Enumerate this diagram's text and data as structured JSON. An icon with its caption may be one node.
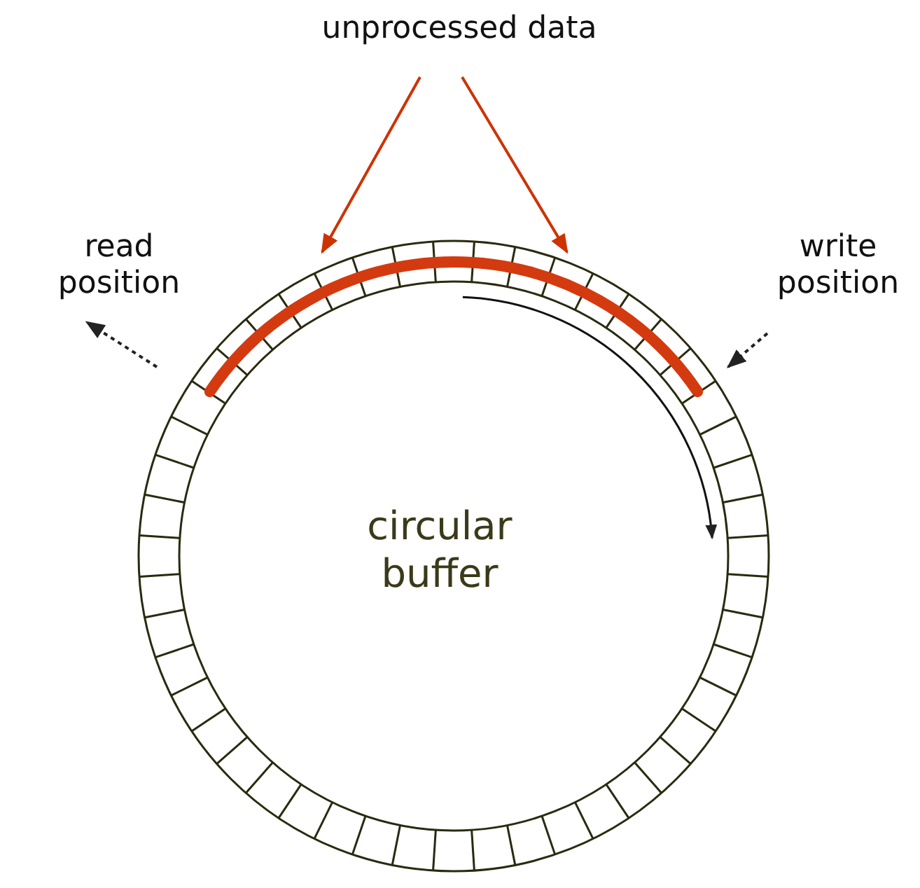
{
  "diagram": {
    "nodes": [
      {
        "text": [
          "unprocessed data"
        ]
      },
      {
        "text": [
          "circular buffer"
        ]
      },
      {
        "text": [],
        "shape": "bar",
        "in": 1
      },
      {
        "text": [
          "read position"
        ]
      },
      {
        "text": [
          "write position"
        ]
      }
    ],
    "edges": [
      {
        "from": 0,
        "to": 2,
        "arrow": "to",
        "color": "#cc3300"
      },
      {
        "from": 0,
        "to": 2,
        "arrow": "to",
        "color": "#cc3300"
      },
      {
        "from": 1,
        "to": 3,
        "arrow": "to",
        "style": "dashed",
        "color": "#222222"
      },
      {
        "from": 4,
        "to": 1,
        "arrow": "to",
        "style": "dashed",
        "color": "#222222"
      }
    ]
  }
}
